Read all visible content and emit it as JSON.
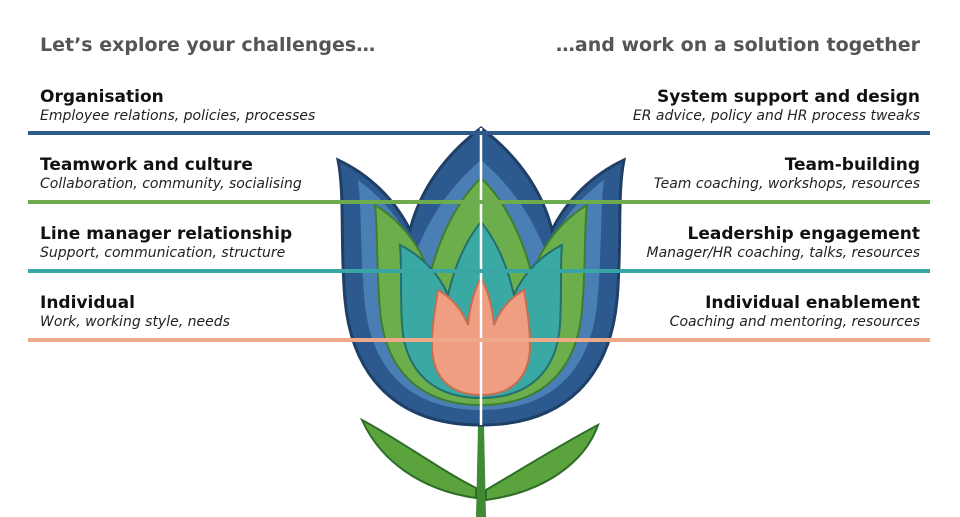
{
  "headings": {
    "left": "Let’s explore your challenges…",
    "right": "…and work on a solution together"
  },
  "rows": [
    {
      "color": "#2e5b8a",
      "challenge": {
        "title": "Organisation",
        "subtitle": "Employee relations, policies, processes"
      },
      "solution": {
        "title": "System support and design",
        "subtitle": "ER advice, policy and HR process tweaks"
      }
    },
    {
      "color": "#6eab4f",
      "challenge": {
        "title": "Teamwork and culture",
        "subtitle": "Collaboration, community, socialising"
      },
      "solution": {
        "title": "Team-building",
        "subtitle": "Team coaching, workshops, resources"
      }
    },
    {
      "color": "#3aa5a5",
      "challenge": {
        "title": "Line manager relationship",
        "subtitle": "Support, communication, structure"
      },
      "solution": {
        "title": "Leadership engagement",
        "subtitle": "Manager/HR coaching, talks, resources"
      }
    },
    {
      "color": "#eea988",
      "challenge": {
        "title": "Individual",
        "subtitle": "Work, working style, needs"
      },
      "solution": {
        "title": "Individual enablement",
        "subtitle": "Coaching and mentoring, resources"
      }
    }
  ],
  "illustration": {
    "icon": "tulip-icon",
    "colors": {
      "outer_petal": "#2c5a8f",
      "outer_petal_light": "#4a7fb5",
      "green_petal": "#6cae4c",
      "teal_petal": "#3aa8a3",
      "bud": "#ef9e82",
      "leaf": "#5aa33d",
      "stem": "#3f8a33"
    }
  }
}
